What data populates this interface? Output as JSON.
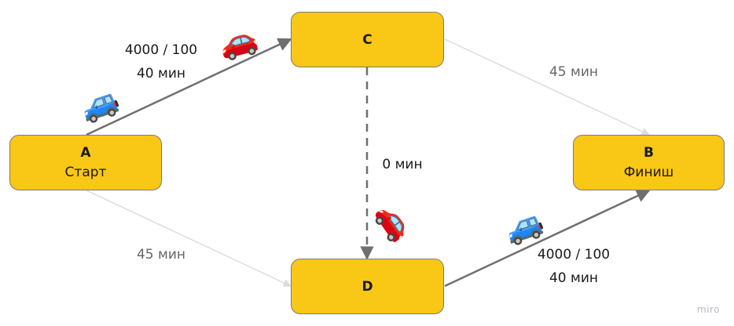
{
  "nodes": {
    "A": {
      "title": "A",
      "subtitle": "Старт"
    },
    "C": {
      "title": "C",
      "subtitle": ""
    },
    "D": {
      "title": "D",
      "subtitle": ""
    },
    "B": {
      "title": "B",
      "subtitle": "Финиш"
    }
  },
  "edges": [
    {
      "id": "A-C",
      "from": "A",
      "to": "C",
      "style": "solid-dark",
      "label_lines": [
        "4000 / 100",
        "40 мин"
      ]
    },
    {
      "id": "C-B",
      "from": "C",
      "to": "B",
      "style": "solid-light",
      "label_lines": [
        "45 мин"
      ]
    },
    {
      "id": "C-D",
      "from": "C",
      "to": "D",
      "style": "dashed-dark",
      "label_lines": [
        "0 мин"
      ]
    },
    {
      "id": "A-D",
      "from": "A",
      "to": "D",
      "style": "solid-light",
      "label_lines": [
        "45 мин"
      ]
    },
    {
      "id": "D-B",
      "from": "D",
      "to": "B",
      "style": "solid-dark",
      "label_lines": [
        "4000 / 100",
        "40 мин"
      ]
    }
  ],
  "labels": {
    "ac_line1": "4000 / 100",
    "ac_line2": "40 мин",
    "cb": "45 мин",
    "cd": "0 мин",
    "ad": "45 мин",
    "db_line1": "4000 / 100",
    "db_line2": "40 мин"
  },
  "icons": {
    "car_blue": "🚙",
    "car_red": "🚗"
  },
  "colors": {
    "node_fill": "#f9c715",
    "node_border": "#7a7a7a",
    "edge_dark": "#6f6f6f",
    "edge_light": "#dcdcdc",
    "label_gray": "#666666"
  },
  "watermark": "miro"
}
